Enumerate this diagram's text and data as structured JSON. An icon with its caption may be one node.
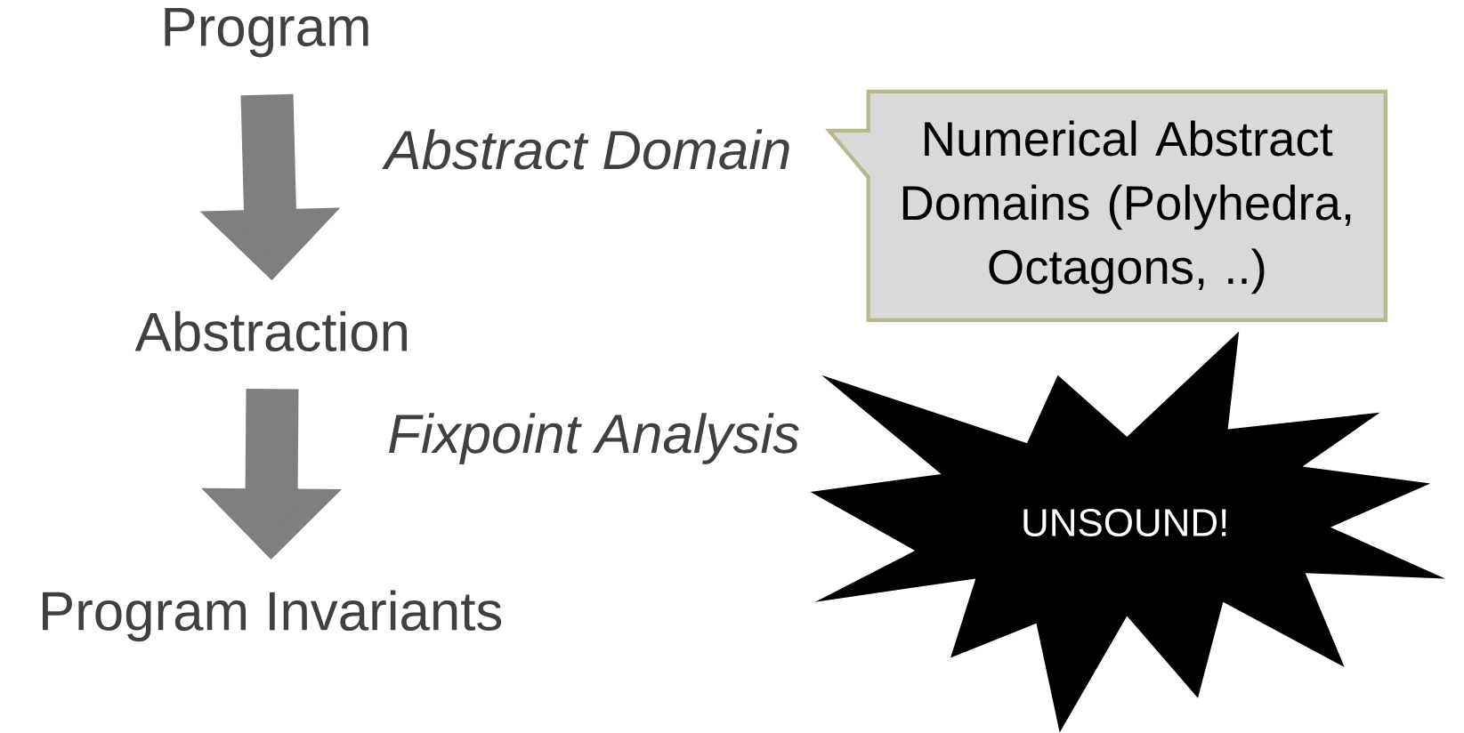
{
  "diagram": {
    "nodes": [
      {
        "text": [
          "Program"
        ]
      },
      {
        "text": [
          "Abstraction"
        ]
      },
      {
        "text": [
          "Program Invariants"
        ]
      },
      {
        "text": [
          "Numerical Abstract Domains (Polyhedra, Octagons, ..)"
        ]
      },
      {
        "text": [
          "UNSOUND!"
        ]
      }
    ],
    "edges": [
      {
        "from": 0,
        "to": 1,
        "arrow": "to",
        "label": "Abstract Domain"
      },
      {
        "from": 1,
        "to": 2,
        "arrow": "to",
        "label": "Fixpoint Analysis"
      }
    ]
  }
}
